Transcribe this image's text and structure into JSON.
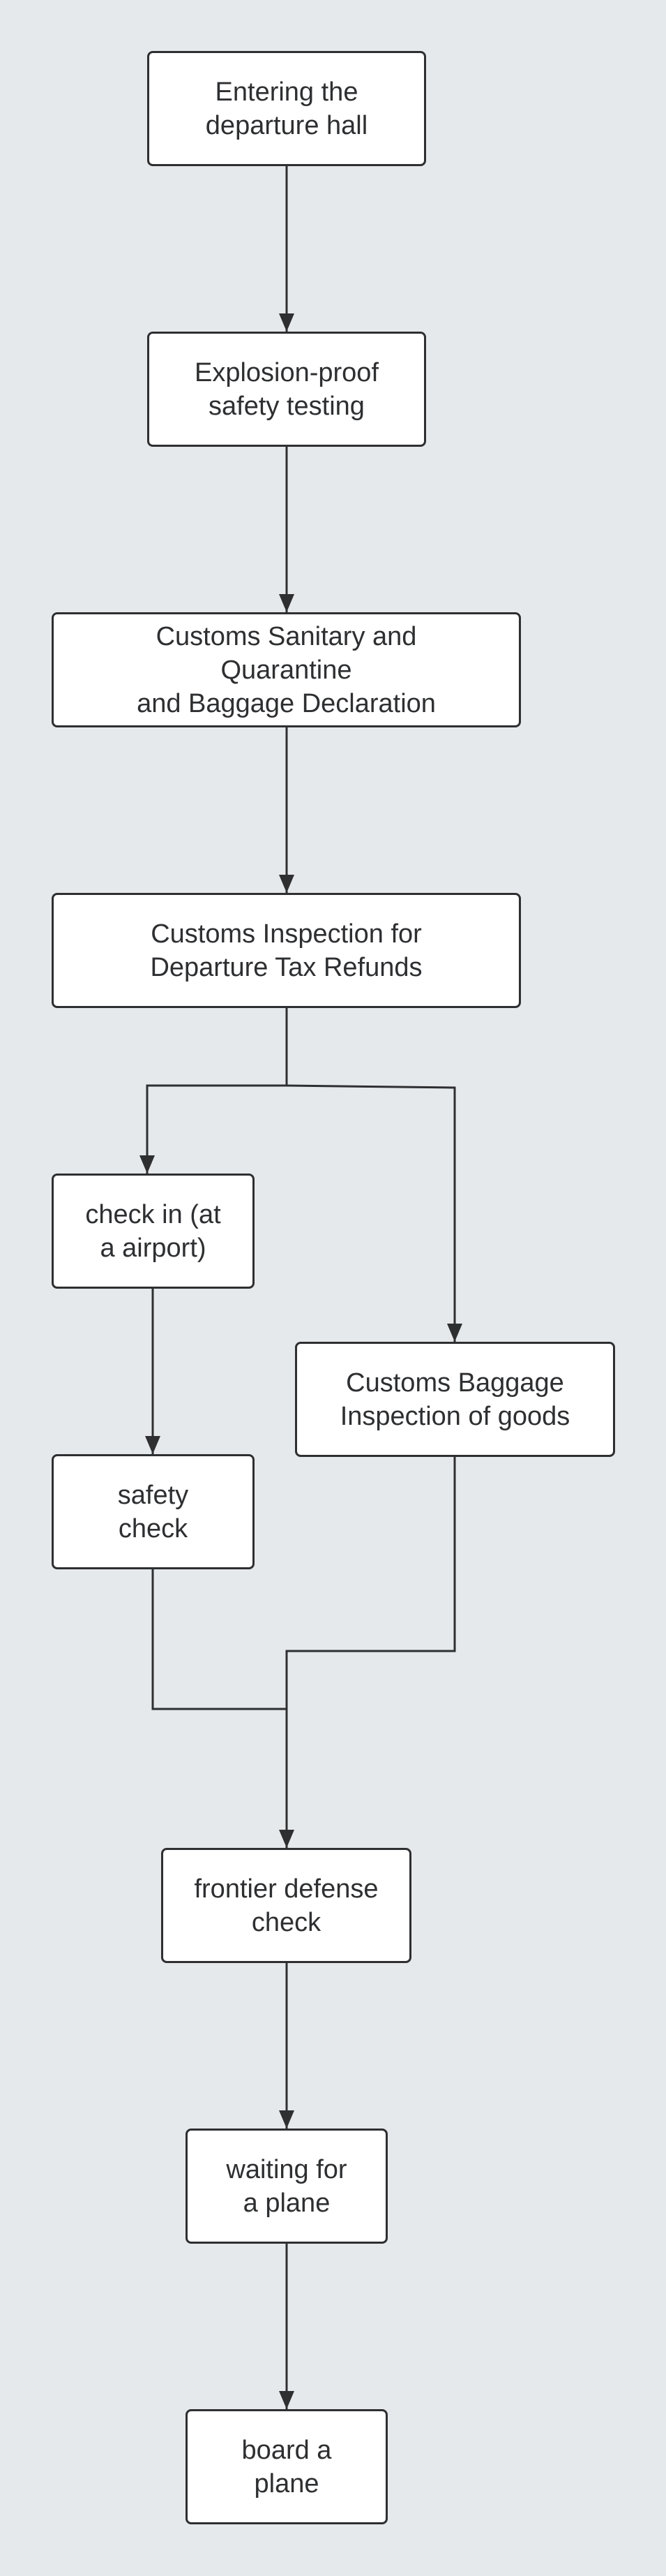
{
  "diagram": {
    "type": "flowchart",
    "nodes": [
      {
        "id": "entering-hall",
        "label": "Entering the\ndeparture hall"
      },
      {
        "id": "explosion-proof",
        "label": "Explosion-proof\nsafety testing"
      },
      {
        "id": "customs-sanitary",
        "label": "Customs Sanitary and\nQuarantine\nand Baggage Declaration"
      },
      {
        "id": "tax-refunds",
        "label": "Customs Inspection for\nDeparture Tax Refunds"
      },
      {
        "id": "check-in",
        "label": "check in (at\na airport)"
      },
      {
        "id": "baggage-inspection",
        "label": "Customs Baggage\nInspection of goods"
      },
      {
        "id": "safety-check",
        "label": "safety\ncheck"
      },
      {
        "id": "frontier-defense",
        "label": "frontier defense\ncheck"
      },
      {
        "id": "waiting-plane",
        "label": "waiting for\na plane"
      },
      {
        "id": "board-plane",
        "label": "board a\nplane"
      }
    ],
    "edges": [
      {
        "from": "entering-hall",
        "to": "explosion-proof"
      },
      {
        "from": "explosion-proof",
        "to": "customs-sanitary"
      },
      {
        "from": "customs-sanitary",
        "to": "tax-refunds"
      },
      {
        "from": "tax-refunds",
        "to": "check-in"
      },
      {
        "from": "tax-refunds",
        "to": "baggage-inspection"
      },
      {
        "from": "check-in",
        "to": "safety-check"
      },
      {
        "from": "safety-check",
        "to": "frontier-defense"
      },
      {
        "from": "baggage-inspection",
        "to": "frontier-defense"
      },
      {
        "from": "frontier-defense",
        "to": "waiting-plane"
      },
      {
        "from": "waiting-plane",
        "to": "board-plane"
      }
    ]
  },
  "colors": {
    "background": "#e6e9ec",
    "node_fill": "#ffffff",
    "stroke": "#2e2f31"
  }
}
